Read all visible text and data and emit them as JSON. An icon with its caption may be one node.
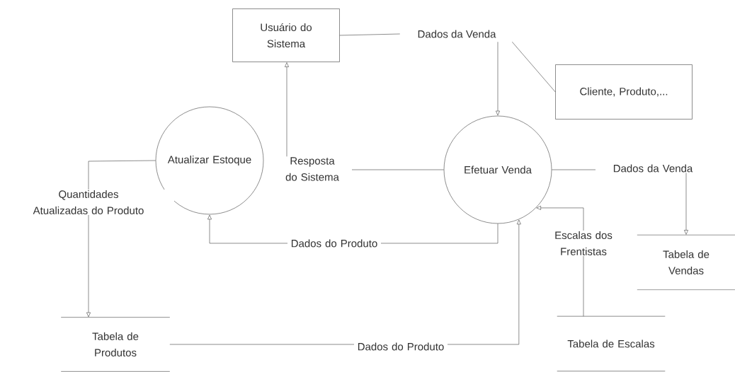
{
  "diagram": {
    "nodes": [
      {
        "text": [
          "Usuário do Sistema"
        ]
      },
      {
        "text": [
          "Dados da Venda"
        ]
      },
      {
        "text": [
          "Cliente, Produto,..."
        ]
      },
      {
        "text": [
          "Atualizar Estoque"
        ]
      },
      {
        "text": [
          "Efetuar Venda"
        ]
      },
      {
        "text": [
          "Tabela de Vendas"
        ]
      },
      {
        "text": [
          "Tabela de Produtos"
        ]
      },
      {
        "text": [
          "Tabela de Escalas"
        ]
      }
    ],
    "edges": [
      {
        "from": 0,
        "to": 1,
        "arrow": "none"
      },
      {
        "from": 1,
        "to": 4,
        "arrow": "to"
      },
      {
        "from": 1,
        "to": 2,
        "arrow": "none"
      },
      {
        "from": 4,
        "to": 0,
        "arrow": "to",
        "label": "Resposta do Sistema"
      },
      {
        "from": 4,
        "to": 5,
        "arrow": "to",
        "label": "Dados da Venda"
      },
      {
        "from": 3,
        "to": 6,
        "arrow": "to",
        "label": "Quantidades Atualizadas do Produto"
      },
      {
        "from": 4,
        "to": 3,
        "arrow": "to",
        "label": "Dados do Produto"
      },
      {
        "from": 7,
        "to": 4,
        "arrow": "to",
        "label": "Escalas dos Frentistas"
      },
      {
        "from": 6,
        "to": 4,
        "arrow": "to",
        "label": "Dados do Produto"
      }
    ]
  }
}
